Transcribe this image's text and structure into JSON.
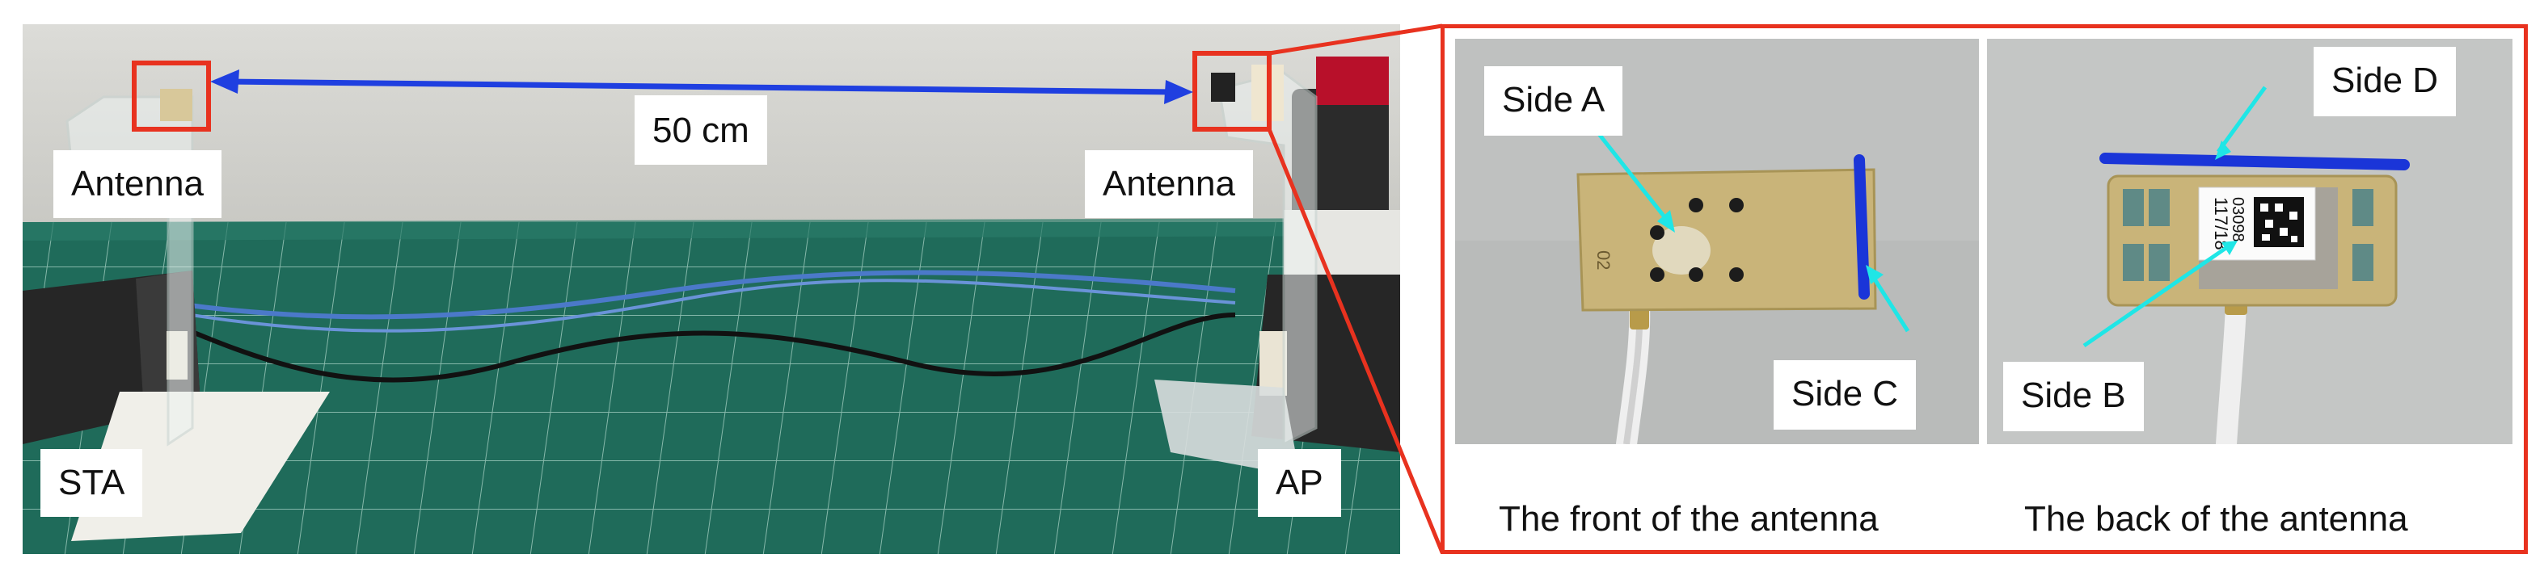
{
  "scene": {
    "distance_label": "50 cm",
    "antenna_left_label": "Antenna",
    "antenna_right_label": "Antenna",
    "sta_label": "STA",
    "ap_label": "AP"
  },
  "inset": {
    "front": {
      "caption": "The front of the antenna",
      "side_a_label": "Side A",
      "side_c_label": "Side C",
      "chip_text": "02"
    },
    "back": {
      "caption": "The back of the antenna",
      "side_b_label": "Side B",
      "side_d_label": "Side D",
      "chip_text": "117/18",
      "chip_text_2": "03098"
    }
  },
  "colors": {
    "highlight_box": "#e8321f",
    "arrow_blue": "#1f3fe0",
    "pointer_cyan": "#1fe6e6",
    "side_marker": "#1a35d8",
    "cutting_mat": "#1f6b5a"
  }
}
